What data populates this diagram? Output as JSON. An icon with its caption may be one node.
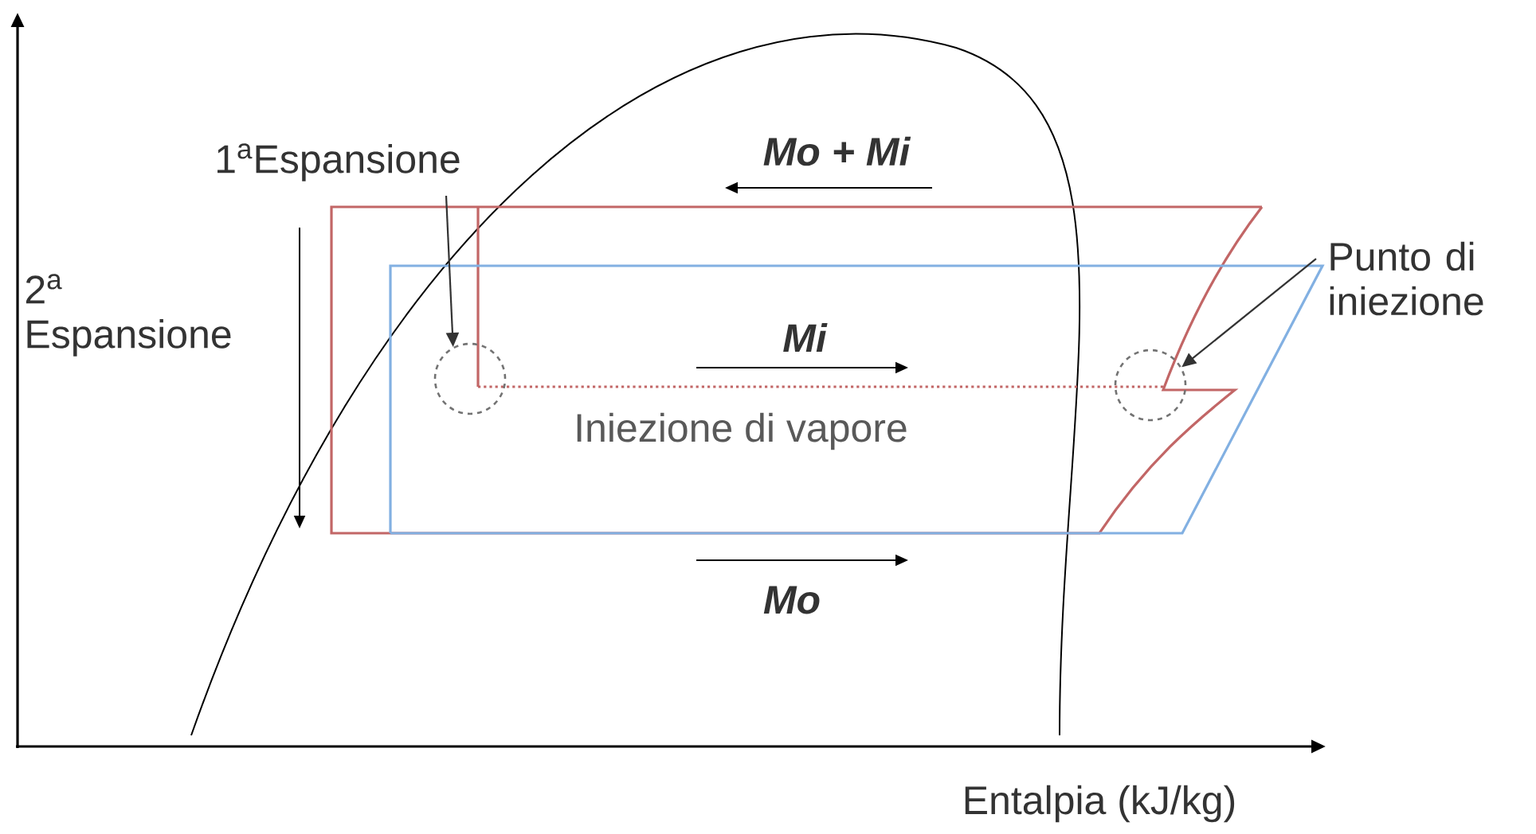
{
  "diagram": {
    "nodes": [
      {
        "text": [
          "1$^{a}$Espansione"
        ]
      },
      {
        "text": [],
        "shape": "circle"
      },
      {
        "text": [
          "Punto di iniezione"
        ]
      },
      {
        "text": [],
        "shape": "circle"
      }
    ],
    "edges": [
      {
        "from": 0,
        "to": 1,
        "arrow": "to"
      },
      {
        "from": 2,
        "to": 3,
        "arrow": "to"
      }
    ],
    "labels": [
      "2$^{a}$ Espansione",
      "Mo + Mi",
      "Mi",
      "Iniezione di vapore",
      "Mo",
      "Entalpia (kJ/kg)"
    ]
  }
}
